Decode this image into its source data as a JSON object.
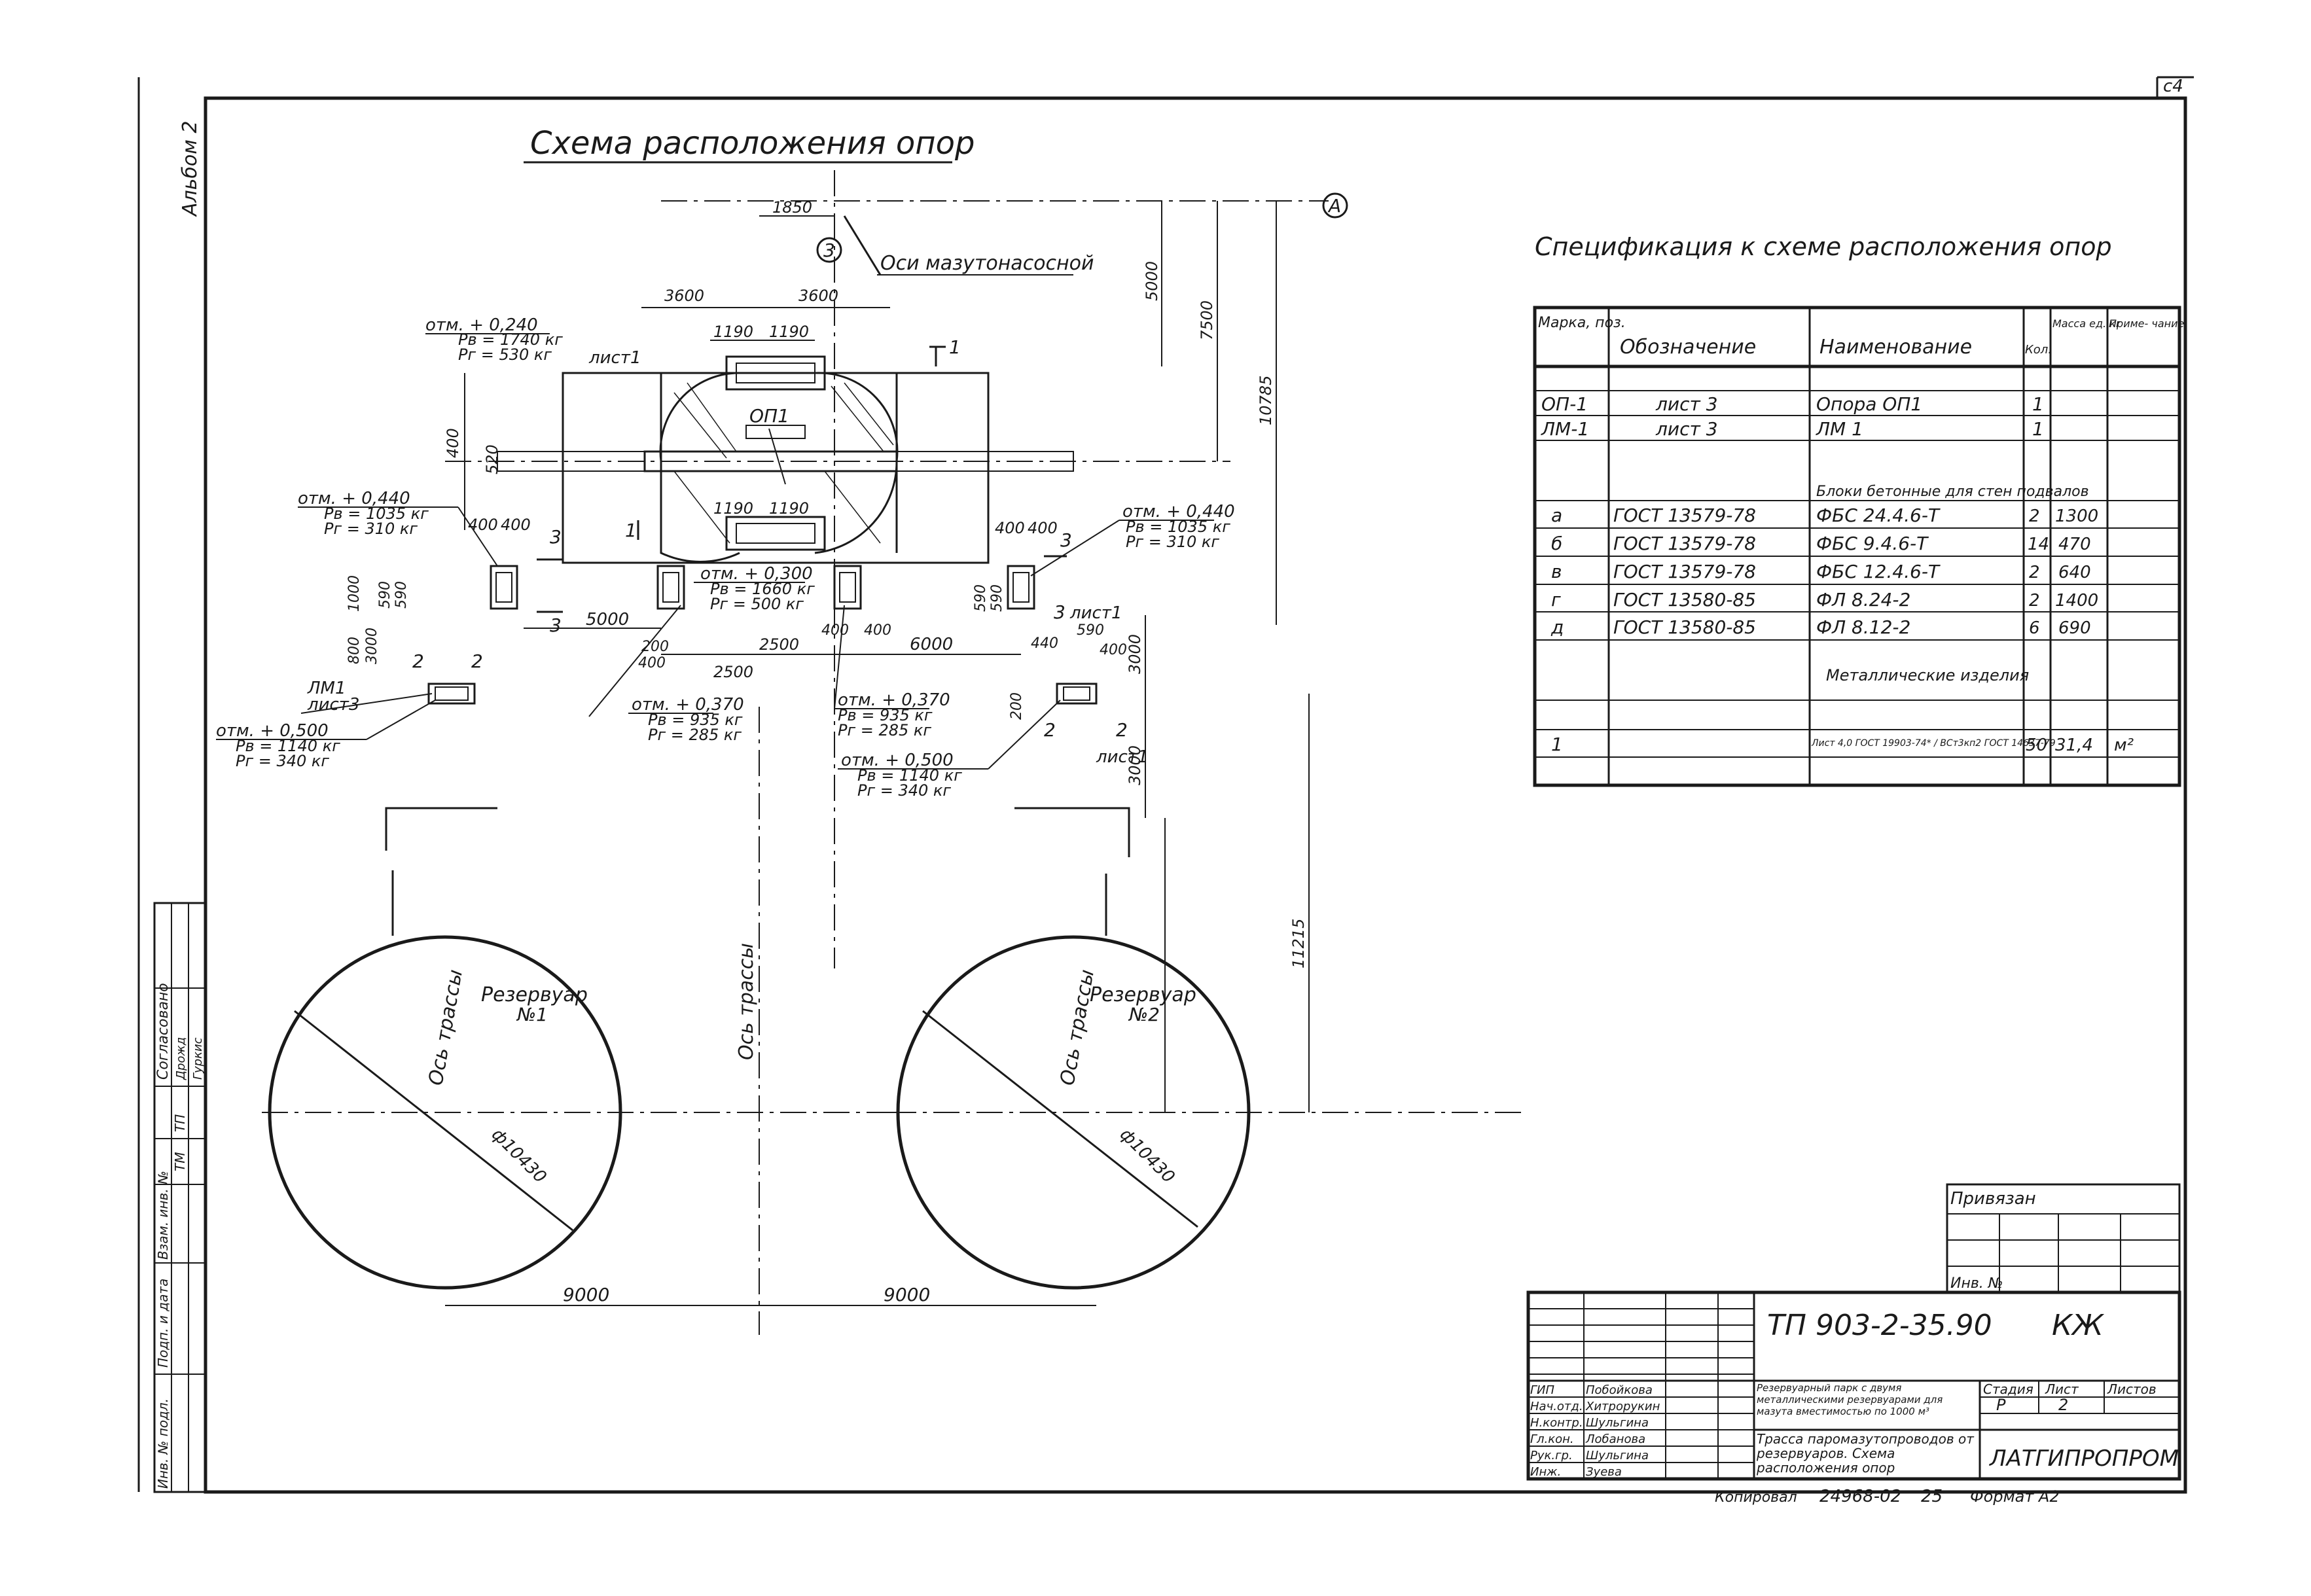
{
  "sheet_number": "с4",
  "album": "Альбом 2",
  "plan": {
    "title": "Схема расположения опор",
    "axis_A": "А",
    "axis_3": "3",
    "axis_oil_label": "Оси мазутонасосной",
    "route_axis_label": "Ось трассы",
    "tank1": {
      "name": "Резервуар",
      "number": "№1",
      "diameter": "ф10430"
    },
    "tank2": {
      "name": "Резервуар",
      "number": "№2",
      "diameter": "ф10430"
    },
    "dims": {
      "d1850": "1850",
      "d3600a": "3600",
      "d3600b": "3600",
      "d1190a": "1190",
      "d1190b": "1190",
      "d1190c": "1190",
      "d1190d": "1190",
      "d5000a": "5000",
      "d7500": "7500",
      "d10785": "10785",
      "d400a": "400",
      "d520": "520",
      "d400b": "400",
      "d400c": "400",
      "d400d": "400",
      "d400e": "400",
      "d590a": "590",
      "d590b": "590",
      "d590c": "590",
      "d590d": "590",
      "d1000": "1000",
      "d800": "800",
      "d3000a": "3000",
      "d5000b": "5000",
      "d2500a": "2500",
      "d2500b": "2500",
      "d6000": "6000",
      "d200a": "200",
      "d400f": "400",
      "d400g": "400",
      "d400h": "400",
      "d3000b": "3000",
      "d3000c": "3000",
      "d440a": "440",
      "d590e": "590",
      "d400i": "400",
      "d200b": "200",
      "d11215": "11215",
      "d9000a": "9000",
      "d9000b": "9000"
    },
    "notes": [
      {
        "l1": "отм. + 0,240",
        "l2": "Рв = 1740 кг",
        "l3": "Рг = 530 кг"
      },
      {
        "l1": "отм. + 0,440",
        "l2": "Рв = 1035 кг",
        "l3": "Рг = 310 кг"
      },
      {
        "l1": "отм. + 0,300",
        "l2": "Рв = 1660 кг",
        "l3": "Рг = 500 кг"
      },
      {
        "l1": "отм. + 0,440",
        "l2": "Рв = 1035 кг",
        "l3": "Рг = 310 кг"
      },
      {
        "l1": "отм. + 0,370",
        "l2": "Рв = 935 кг",
        "l3": "Рг = 285 кг"
      },
      {
        "l1": "отм. + 0,370",
        "l2": "Рв = 935 кг",
        "l3": "Рг = 285 кг"
      },
      {
        "l1": "отм. + 0,500",
        "l2": "Рв = 1140 кг",
        "l3": "Рг = 340 кг"
      },
      {
        "l1": "отм. + 0,500",
        "l2": "Рв = 1140 кг",
        "l3": "Рг = 340 кг"
      }
    ],
    "labels": {
      "op1": "ОП1",
      "list1a": "лист1",
      "list1b": "лист1",
      "list1c": "лист1",
      "lm1": "ЛМ1",
      "list3": "лист3",
      "sec1a": "1",
      "sec1b": "1",
      "sec2a": "2",
      "sec2b": "2",
      "sec2c": "2",
      "sec2d": "2",
      "sec3a": "3",
      "sec3b": "3",
      "sec3c": "3",
      "sec3d": "3"
    }
  },
  "spec": {
    "title": "Спецификация к схеме расположения опор",
    "headers": [
      "Марка, поз.",
      "Обозначение",
      "Наименование",
      "Кол.",
      "Масса ед. кг",
      "Приме- чание"
    ],
    "rows": [
      [
        "ОП-1",
        "лист 3",
        "Опора  ОП1",
        "1",
        "",
        ""
      ],
      [
        "ЛМ-1",
        "лист 3",
        "ЛМ 1",
        "1",
        "",
        ""
      ],
      [
        "",
        "",
        "Блоки бетонные для стен подвалов",
        "",
        "",
        ""
      ],
      [
        "а",
        "ГОСТ 13579-78",
        "ФБС 24.4.6-Т",
        "2",
        "1300",
        ""
      ],
      [
        "б",
        "ГОСТ 13579-78",
        "ФБС 9.4.6-Т",
        "14",
        "470",
        ""
      ],
      [
        "в",
        "ГОСТ 13579-78",
        "ФБС 12.4.6-Т",
        "2",
        "640",
        ""
      ],
      [
        "г",
        "ГОСТ 13580-85",
        "ФЛ 8.24-2",
        "2",
        "1400",
        ""
      ],
      [
        "д",
        "ГОСТ 13580-85",
        "ФЛ 8.12-2",
        "6",
        "690",
        ""
      ],
      [
        "",
        "",
        "Металлические изделия",
        "",
        "",
        ""
      ],
      [
        "1",
        "",
        "Лист 4,0 ГОСТ 19903-74* / ВСт3кп2 ГОСТ 14637-79",
        "50",
        "31,4",
        "м²"
      ],
      [
        "",
        "",
        "",
        "",
        "",
        ""
      ]
    ]
  },
  "stamp": {
    "privyazan": "Привязан",
    "inv": "Инв. №",
    "code": "ТП 903-2-35.90",
    "mark": "КЖ",
    "people": [
      {
        "role": "ГИП",
        "name": "Побойкова"
      },
      {
        "role": "Нач.отд.",
        "name": "Хитрорукин"
      },
      {
        "role": "Н.контр.",
        "name": "Шульгина"
      },
      {
        "role": "Гл.кон.",
        "name": "Лобанова"
      },
      {
        "role": "Рук.гр.",
        "name": "Шульгина"
      },
      {
        "role": "Инж.",
        "name": "Зуева"
      }
    ],
    "object": "Резервуарный парк с двумя металлическими резервуарами для мазута вместимостью по 1000 м³",
    "drawing_title": "Трасса паромазутопроводов от резервуаров. Схема расположения опор",
    "stage_h": "Стадия",
    "sheet_h": "Лист",
    "sheets_h": "Листов",
    "stage": "Р",
    "sheet": "2",
    "sheets": "",
    "org": "ЛАТГИПРОПРОМ",
    "copied": "Копировал",
    "order": "24968-02",
    "page": "25",
    "format": "Формат А2"
  },
  "left_strip": {
    "items": [
      "Инв. № подл.",
      "Подп. и дата",
      "Взам. инв. №",
      "ТМ",
      "ТП",
      "Согласовано",
      "Дрожд",
      "Гуркис"
    ]
  }
}
